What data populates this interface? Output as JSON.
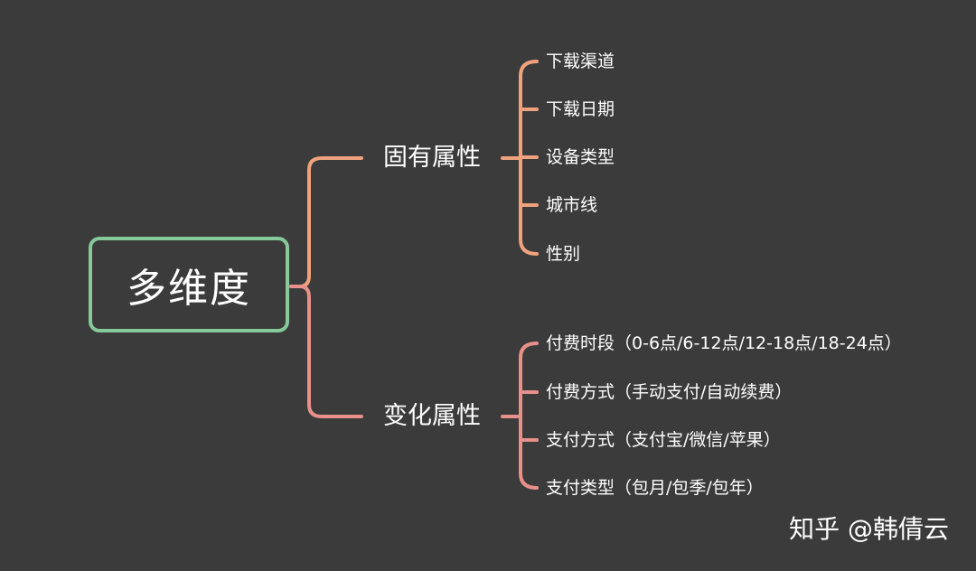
{
  "root": {
    "label": "多维度"
  },
  "branches": [
    {
      "label": "固有属性",
      "color": "#f0a27f",
      "leaves": [
        "下载渠道",
        "下载日期",
        "设备类型",
        "城市线",
        "性别"
      ]
    },
    {
      "label": "变化属性",
      "color": "#e8908a",
      "leaves": [
        "付费时段（0-6点/6-12点/12-18点/18-24点）",
        "付费方式（手动支付/自动续费）",
        "支付方式（支付宝/微信/苹果）",
        "支付类型（包月/包季/包年）"
      ]
    }
  ],
  "watermark": "知乎 @韩倩云",
  "colors": {
    "background": "#3b3b3b",
    "root_border": "#86c99b",
    "branch_top": "#f0a27f",
    "branch_bottom": "#e8908a"
  }
}
